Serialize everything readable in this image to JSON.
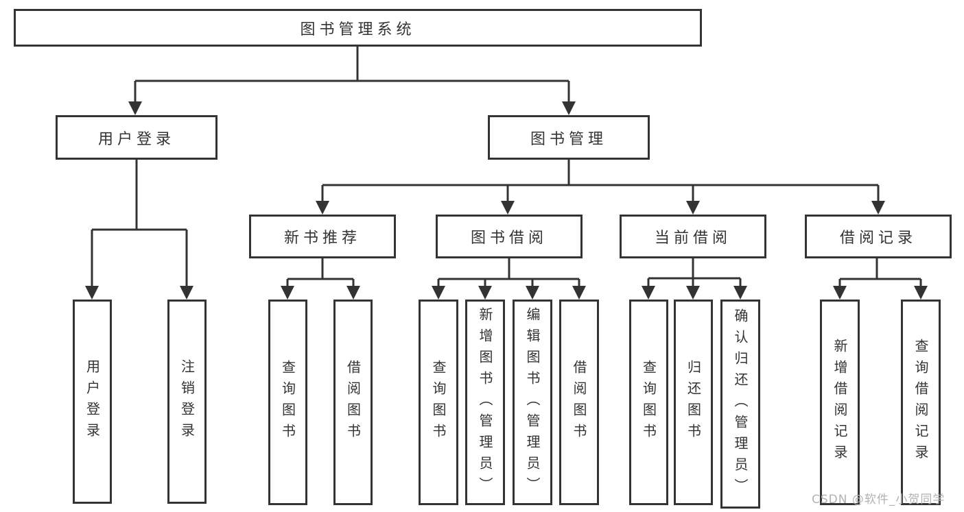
{
  "tree": {
    "root": {
      "label": "图书管理系统"
    },
    "branches": [
      {
        "label": "用户登录",
        "children": [
          {
            "label": "用户登录"
          },
          {
            "label": "注销登录"
          }
        ]
      },
      {
        "label": "图书管理",
        "children": [
          {
            "label": "新书推荐",
            "children": [
              {
                "label": "查询图书"
              },
              {
                "label": "借阅图书"
              }
            ]
          },
          {
            "label": "图书借阅",
            "children": [
              {
                "label": "查询图书"
              },
              {
                "label": "新增图书（管理员）"
              },
              {
                "label": "编辑图书（管理员）"
              },
              {
                "label": "借阅图书"
              }
            ]
          },
          {
            "label": "当前借阅",
            "children": [
              {
                "label": "查询图书"
              },
              {
                "label": "归还图书"
              },
              {
                "label": "确认归还（管理员）"
              }
            ]
          },
          {
            "label": "借阅记录",
            "children": [
              {
                "label": "新增借阅记录"
              },
              {
                "label": "查询借阅记录"
              }
            ]
          }
        ]
      }
    ]
  },
  "watermark": {
    "text": "CSDN @软件_小贺同学"
  },
  "colors": {
    "line": "#333333",
    "box_background": "#ffffff",
    "text": "#333333",
    "watermark": "#b2b2b2",
    "page_background": "#ffffff"
  }
}
